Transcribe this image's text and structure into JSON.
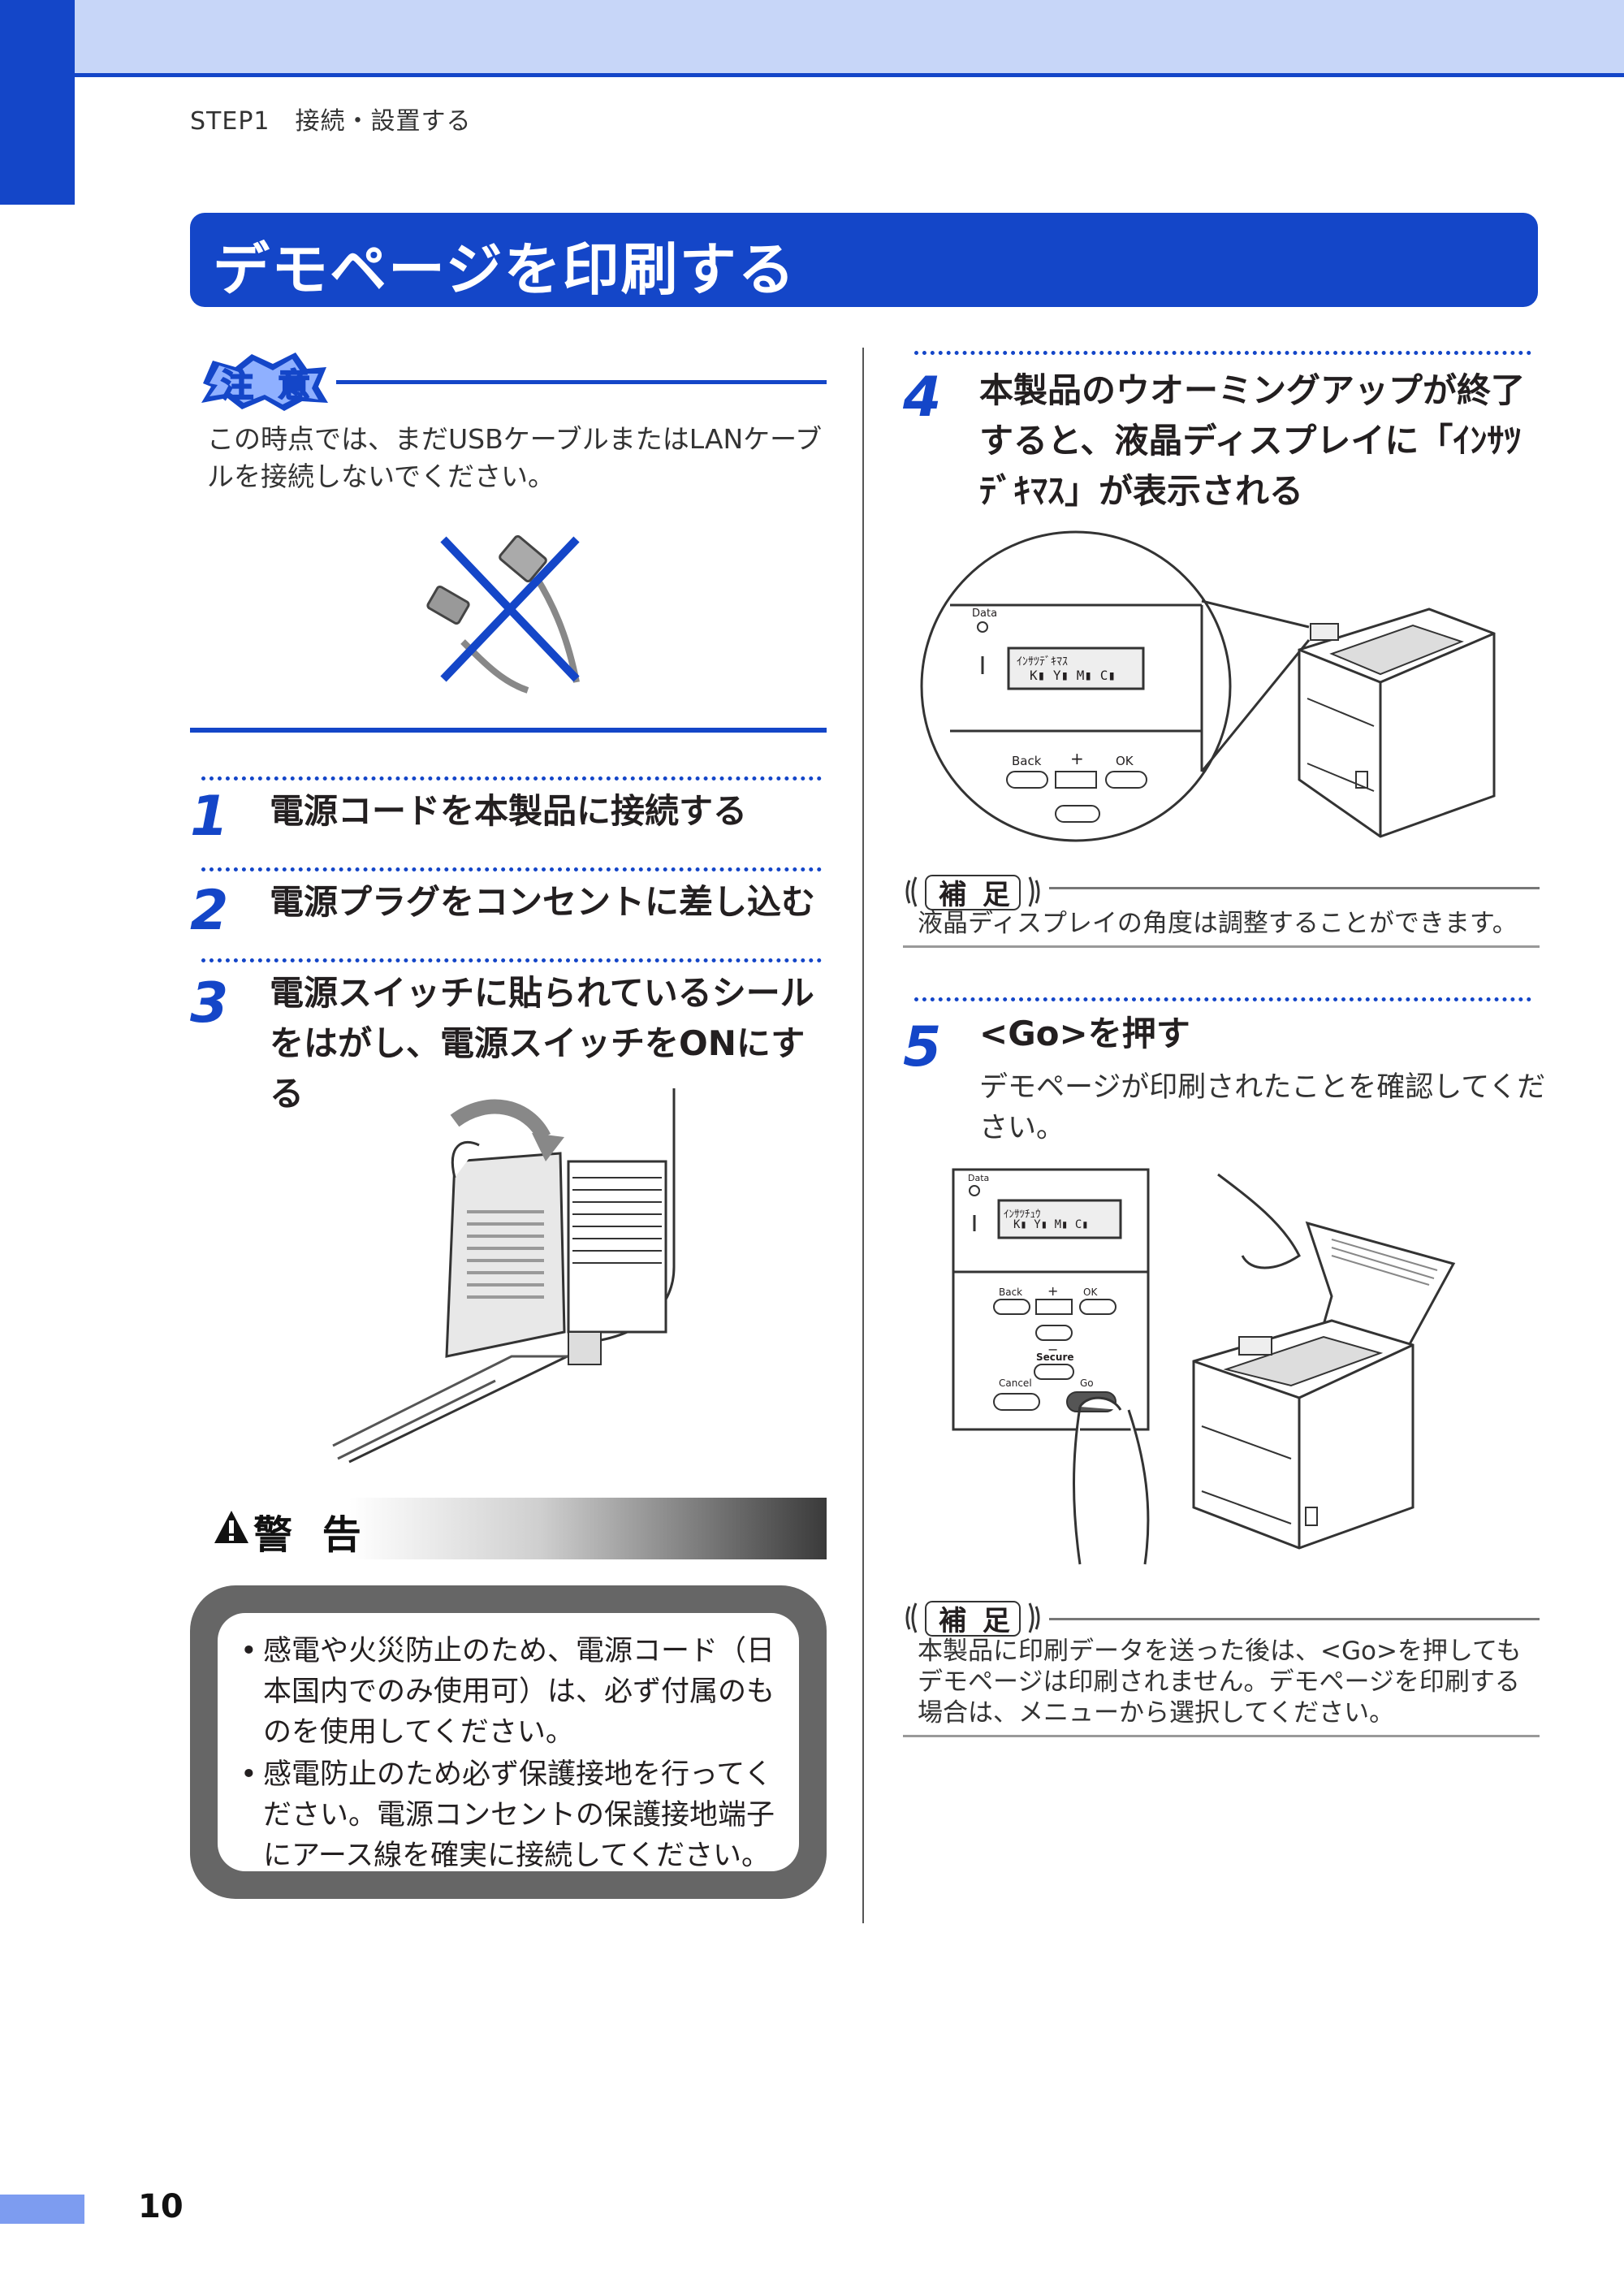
{
  "header": {
    "breadcrumb": "STEP1　接続・設置する"
  },
  "title": "デモページを印刷する",
  "caution": {
    "badge": "注 意",
    "text": "この時点では、まだUSBケーブルまたはLANケーブルを接続しないでください。"
  },
  "steps": [
    {
      "number": "1",
      "title": "電源コードを本製品に接続する"
    },
    {
      "number": "2",
      "title": "電源プラグをコンセントに差し込む"
    },
    {
      "number": "3",
      "title": "電源スイッチに貼られているシールをはがし、電源スイッチをONにする"
    },
    {
      "number": "4",
      "title": "本製品のウオーミングアップが終了すると、液晶ディスプレイに「ｲﾝｻﾂﾃﾞｷﾏｽ」が表示される"
    },
    {
      "number": "5",
      "title": "<Go>を押す",
      "body": "デモページが印刷されたことを確認してください。"
    }
  ],
  "warning": {
    "label": "警 告",
    "items": [
      "感電や火災防止のため、電源コード（日本国内でのみ使用可）は、必ず付属のものを使用してください。",
      "感電防止のため必ず保護接地を行ってください。電源コンセントの保護接地端子にアース線を確実に接続してください。"
    ]
  },
  "notes": [
    {
      "badge": "補 足",
      "text": "液晶ディスプレイの角度は調整することができます。"
    },
    {
      "badge": "補 足",
      "text": "本製品に印刷データを送った後は、<Go>を押してもデモページは印刷されません。デモページを印刷する場合は、メニューから選択してください。"
    }
  ],
  "panel1": {
    "data_label": "Data",
    "lcd_line1": "ｲﾝｻﾂﾃﾞｷﾏｽ",
    "lcd_line2": "K▮ Y▮ M▮ C▮",
    "back": "Back",
    "ok": "OK",
    "plus": "+"
  },
  "panel2": {
    "data_label": "Data",
    "lcd_line1": "ｲﾝｻﾂﾁｭｳ",
    "lcd_line2": "K▮ Y▮ M▮ C▮",
    "back": "Back",
    "ok": "OK",
    "plus": "+",
    "minus": "−",
    "secure": "Secure",
    "cancel": "Cancel",
    "go": "Go"
  },
  "page_number": "10",
  "colors": {
    "brand_blue": "#1446c8",
    "top_band": "#c7d6f8",
    "page_tab": "#7d9cf0"
  }
}
